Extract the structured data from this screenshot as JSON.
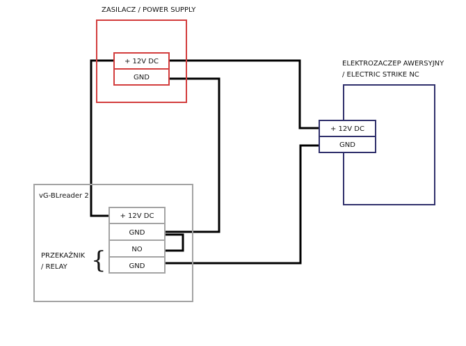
{
  "colors": {
    "power_supply": "#d23c3c",
    "strike": "#2f2f6b",
    "reader": "#a3a3a3",
    "wire": "#000000"
  },
  "power_supply": {
    "title": "ZASILACZ / POWER SUPPLY",
    "terminals": [
      "+ 12V DC",
      "GND"
    ]
  },
  "strike": {
    "title_line1": "ELEKTROZACZEP AWERSYJNY",
    "title_line2": "/ ELECTRIC STRIKE NC",
    "terminals": [
      "+ 12V DC",
      "GND"
    ]
  },
  "reader": {
    "title": "vG-BLreader 2",
    "terminals": [
      "+ 12V DC",
      "GND",
      "NO",
      "GND"
    ],
    "relay_label_line1": "PRZEKAŹNIK",
    "relay_label_line2": "/ RELAY",
    "relay_brace": "{"
  }
}
